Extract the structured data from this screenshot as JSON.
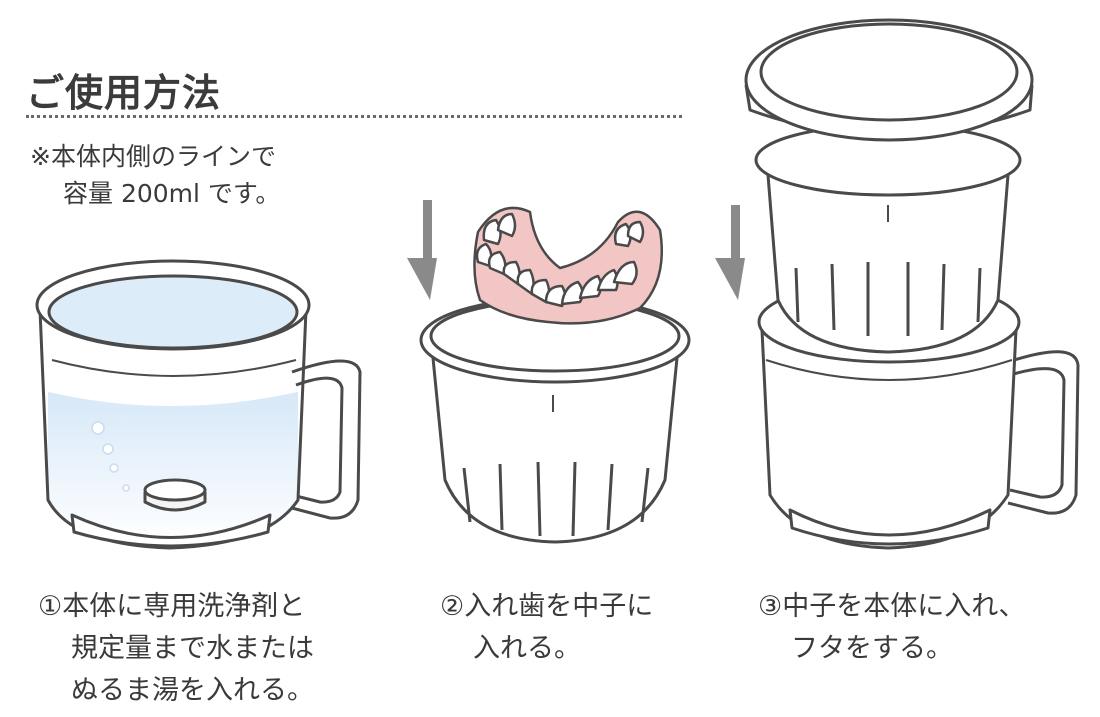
{
  "heading": "ご使用方法",
  "note": {
    "line1": "※本体内側のラインで",
    "line2": "容量 200ml です。"
  },
  "steps": [
    {
      "num": "①",
      "line1": "本体に専用洗浄剤と",
      "line2": "規定量まで水または",
      "line3": "ぬるま湯を入れる。"
    },
    {
      "num": "②",
      "line1": "入れ歯を中子に",
      "line2": "入れる。"
    },
    {
      "num": "③",
      "line1": "中子を本体に入れ、",
      "line2": "フタをする。"
    }
  ],
  "colors": {
    "outline": "#4a4a4a",
    "water": "#cfe3f5",
    "gum": "#f2c6c4",
    "arrow": "#8a8a8a"
  }
}
